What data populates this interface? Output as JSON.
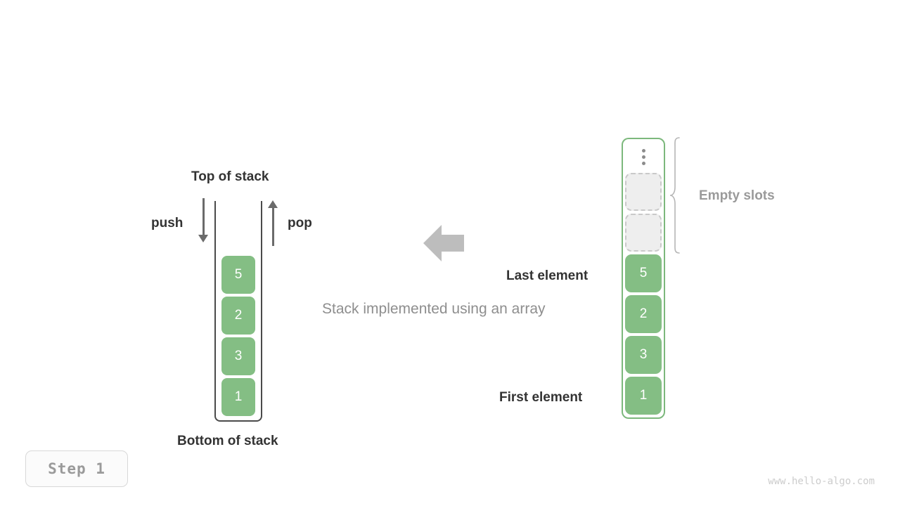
{
  "diagram": {
    "caption": "Stack implemented using an array",
    "left": {
      "top_label": "Top of stack",
      "bottom_label": "Bottom of stack",
      "push_label": "push",
      "pop_label": "pop",
      "cells": [
        {
          "value": "5"
        },
        {
          "value": "2"
        },
        {
          "value": "3"
        },
        {
          "value": "1"
        }
      ]
    },
    "right": {
      "empty_slots_label": "Empty slots",
      "last_element_label": "Last element",
      "first_element_label": "First element",
      "ellipsis_icon": "vertical-ellipsis-icon",
      "empty_slot_count": 2,
      "cells": [
        {
          "value": "5"
        },
        {
          "value": "2"
        },
        {
          "value": "3"
        },
        {
          "value": "1"
        }
      ]
    },
    "transform_arrow_icon": "arrow-left-icon"
  },
  "footer": {
    "step_label": "Step 1",
    "watermark": "www.hello-algo.com"
  },
  "colors": {
    "element_green": "#84be84",
    "array_border_green": "#7cb87c",
    "empty_slot_fill": "#eeeeee",
    "empty_slot_border": "#c9c9c9",
    "stack_border": "#4a4a4a",
    "arrow_gray": "#6b6b6b",
    "muted_text": "#9a9a9a",
    "dark_text": "#333333"
  }
}
